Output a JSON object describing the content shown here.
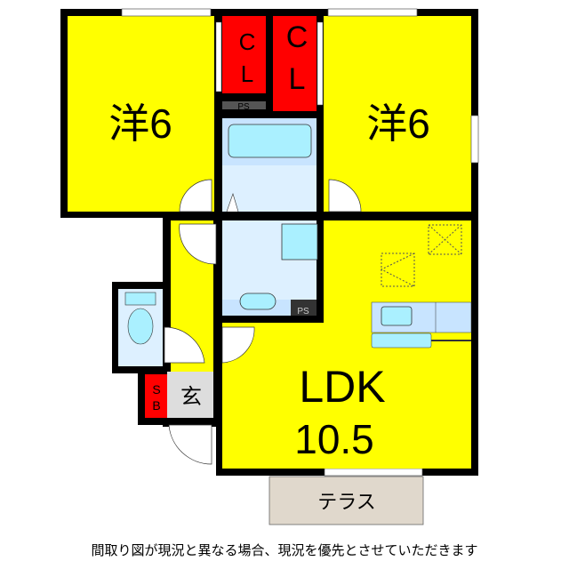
{
  "rooms": {
    "bedroom_left": "洋6",
    "bedroom_right": "洋6",
    "closet_left": [
      "C",
      "L"
    ],
    "closet_right": [
      "C",
      "L"
    ],
    "ps_top": "PS",
    "ps_wash": "PS",
    "ldk_name": "LDK",
    "ldk_size": "10.5",
    "shoe_box": [
      "S",
      "B"
    ],
    "entrance": "玄",
    "terrace": "テラス"
  },
  "colors": {
    "room": "#ffff00",
    "closet": "#ff0000",
    "wet": "#ddf0ff",
    "fixture": "#aaf0ff",
    "wall": "#000000",
    "entrance": "#dddddd",
    "terrace": "#e0d8cc"
  },
  "caption": "間取り図が現況と異なる場合、現況を優先とさせていただきます"
}
